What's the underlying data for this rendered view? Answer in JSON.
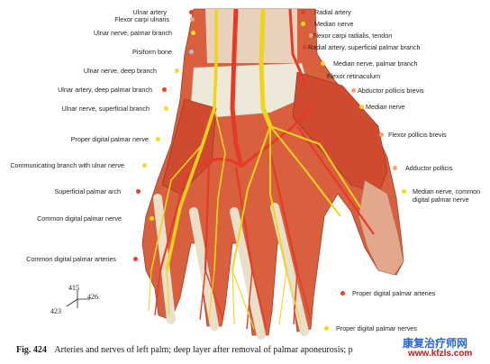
{
  "labels_left": [
    {
      "id": "ulnar-artery",
      "text": "Ulnar artery",
      "type": "art"
    },
    {
      "id": "flexor-carpi-ulnaris",
      "text": "Flexor carpi ulnaris",
      "type": "mus"
    },
    {
      "id": "ulnar-nerve-palmar-branch",
      "text": "Ulnar nerve, palmar branch",
      "type": "nrv"
    },
    {
      "id": "pisiform-bone",
      "text": "Pisiform bone",
      "type": "bone"
    },
    {
      "id": "ulnar-nerve-deep-branch",
      "text": "Ulnar nerve, deep branch",
      "type": "nrv"
    },
    {
      "id": "ulnar-artery-deep-palmar-branch",
      "text": "Ulnar artery, deep palmar branch",
      "type": "art"
    },
    {
      "id": "ulnar-nerve-superficial-branch",
      "text": "Ulnar nerve, superficial branch",
      "type": "nrv"
    },
    {
      "id": "proper-digital-palmar-nerve",
      "text": "Proper digital palmar nerve",
      "type": "nrv"
    },
    {
      "id": "communicating-branch",
      "text": "Communicating branch with ulnar nerve",
      "type": "nrv"
    },
    {
      "id": "superficial-palmar-arch",
      "text": "Superficial palmar arch",
      "type": "art"
    },
    {
      "id": "common-digital-palmar-nerve",
      "text": "Common digital palmar nerve",
      "type": "nrv"
    },
    {
      "id": "common-digital-palmar-arteries",
      "text": "Common digital palmar arteries",
      "type": "art"
    }
  ],
  "labels_right": [
    {
      "id": "radial-artery",
      "text": "Radial artery",
      "type": "art"
    },
    {
      "id": "median-nerve-top",
      "text": "Median nerve",
      "type": "nrv"
    },
    {
      "id": "flexor-carpi-radialis-tendon",
      "text": "Flexor carpi radialis, tendon",
      "type": "mus"
    },
    {
      "id": "radial-artery-superficial-palmar-branch",
      "text": "Radial artery, superficial palmar branch",
      "type": "art"
    },
    {
      "id": "median-nerve-palmar-branch",
      "text": "Median nerve, palmar branch",
      "type": "nrv"
    },
    {
      "id": "flexor-retinaculum",
      "text": "Flexor retinaculum",
      "type": "none"
    },
    {
      "id": "abductor-pollicis-brevis",
      "text": "Abductor pollicis brevis",
      "type": "mus"
    },
    {
      "id": "median-nerve-mid",
      "text": "Median nerve",
      "type": "nrv"
    },
    {
      "id": "flexor-pollicis-brevis",
      "text": "Flexor pollicis brevis",
      "type": "mus"
    },
    {
      "id": "adductor-pollicis",
      "text": "Adductor pollicis",
      "type": "mus"
    },
    {
      "id": "median-nerve-common-digital",
      "text": "Median nerve, common digital palmar nerve",
      "type": "nrv"
    },
    {
      "id": "proper-digital-palmar-arteries",
      "text": "Proper digital palmar arteries",
      "type": "art"
    },
    {
      "id": "proper-digital-palmar-nerves",
      "text": "Proper digital palmar nerves",
      "type": "nrv"
    }
  ],
  "orientation": {
    "top": "415",
    "right": "426",
    "bottom": "423"
  },
  "caption": {
    "fig": "Fig. 424",
    "text": "Arteries and nerves of left palm;  deep layer after removal of palmar aponeurosis;   p"
  },
  "watermark": {
    "line1": "康复治疗师网",
    "line2": "www.kfzls.com"
  },
  "colors": {
    "artery": "#e8402c",
    "nerve": "#f2dc1f",
    "muscle": "#d8573a",
    "tendon": "#e6e0cf",
    "bone": "#bdbdbd"
  }
}
